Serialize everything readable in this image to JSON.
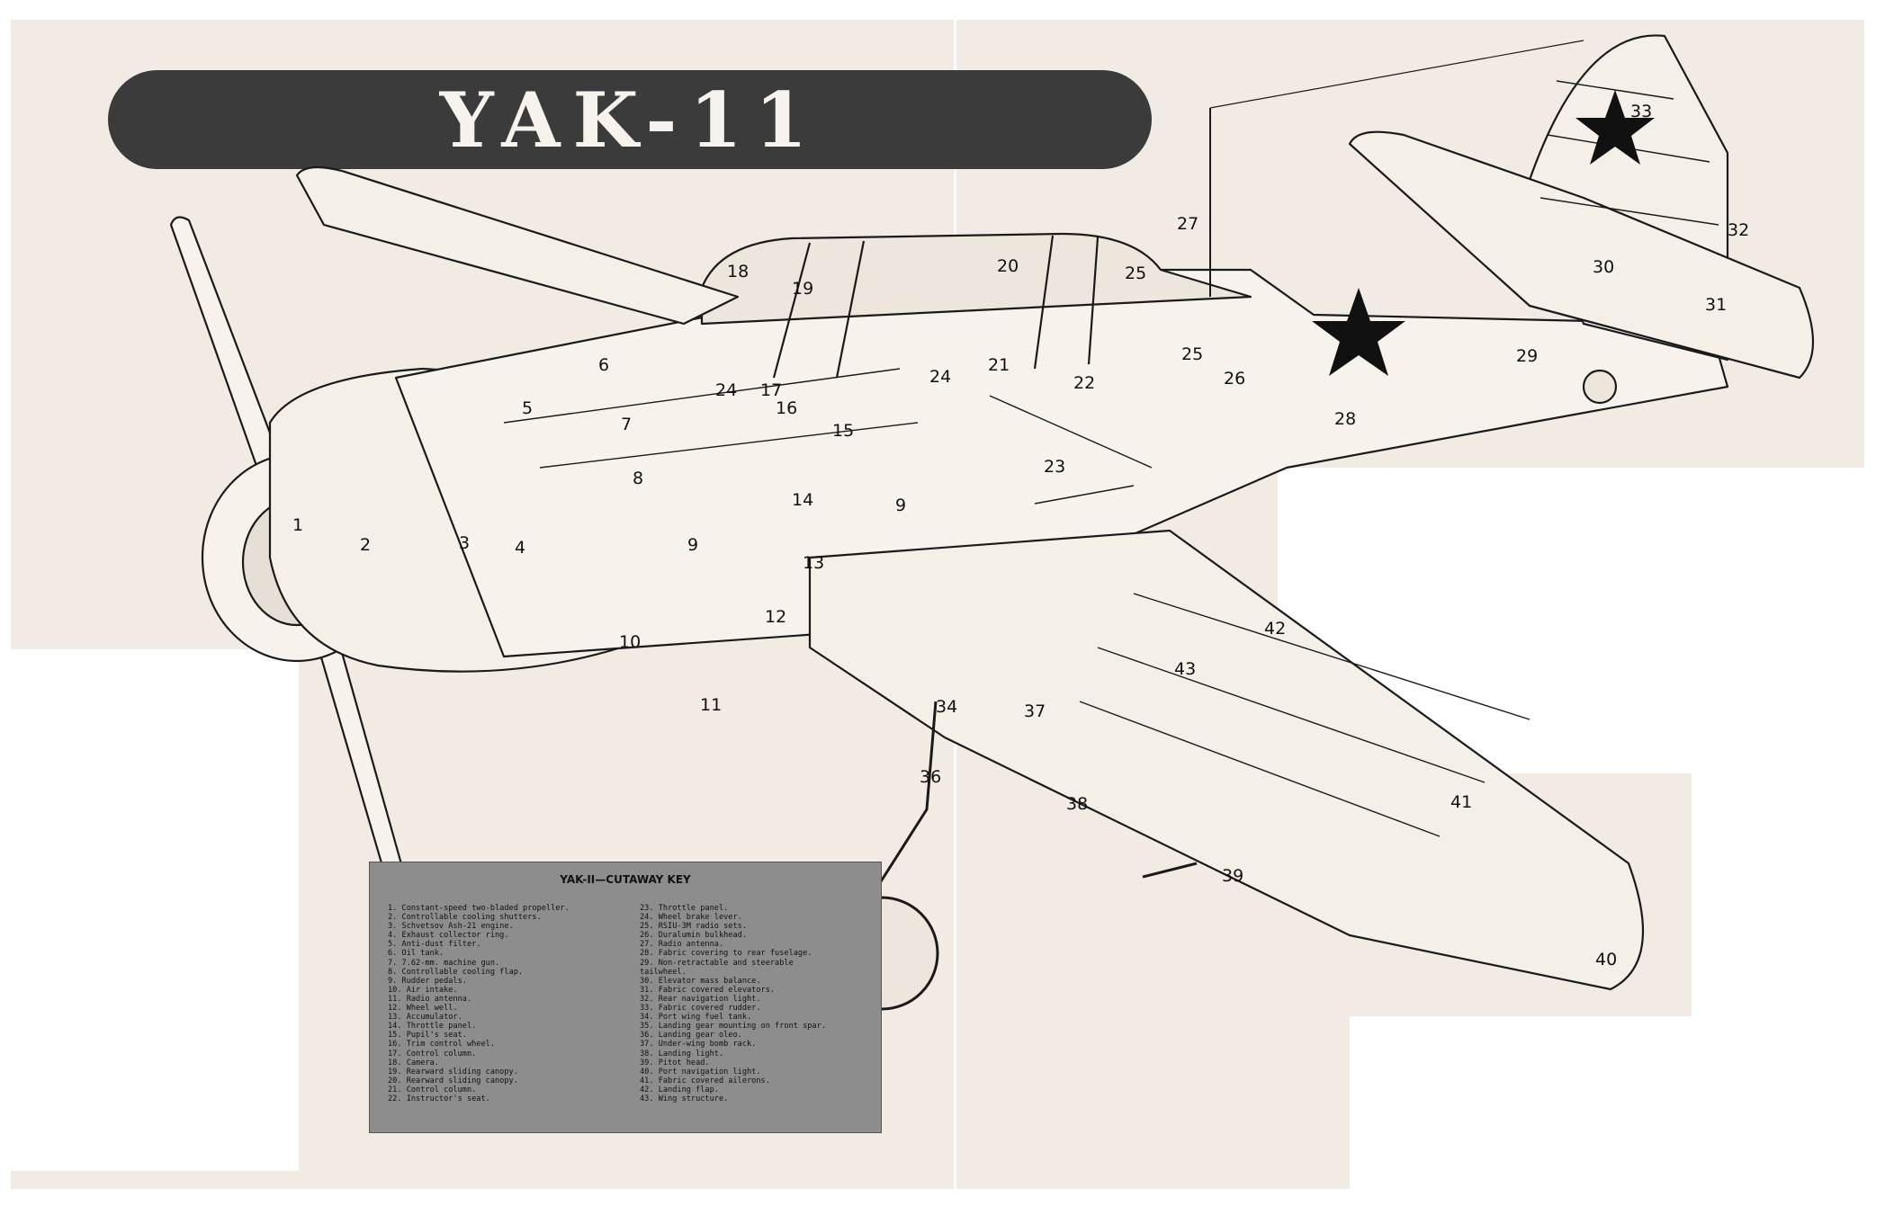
{
  "title": "YAK-11",
  "callouts": [
    "1",
    "2",
    "3",
    "4",
    "5",
    "6",
    "7",
    "8",
    "9",
    "9",
    "10",
    "11",
    "12",
    "13",
    "14",
    "15",
    "16",
    "17",
    "18",
    "19",
    "20",
    "21",
    "22",
    "23",
    "24",
    "24",
    "25",
    "25",
    "26",
    "27",
    "28",
    "29",
    "30",
    "31",
    "32",
    "33",
    "34",
    "36",
    "37",
    "38",
    "39",
    "40",
    "41",
    "42",
    "43"
  ],
  "key": {
    "title": "YAK-II—CUTAWAY KEY",
    "left_column": [
      "1. Constant-speed two-bladed propeller.",
      "2. Controllable cooling shutters.",
      "3. Schvetsov Ash-21 engine.",
      "4. Exhaust collector ring.",
      "5. Anti-dust filter.",
      "6. Oil tank.",
      "7. 7.62-mm. machine gun.",
      "8. Controllable cooling flap.",
      "9. Rudder pedals.",
      "10. Air intake.",
      "11. Radio antenna.",
      "12. Wheel well.",
      "13. Accumulator.",
      "14. Throttle panel.",
      "15. Pupil's seat.",
      "16. Trim control wheel.",
      "17. Control column.",
      "18. Camera.",
      "19. Rearward sliding canopy.",
      "20. Rearward sliding canopy.",
      "21. Control column.",
      "22. Instructor's seat."
    ],
    "right_column": [
      "23. Throttle panel.",
      "24. Wheel brake lever.",
      "25. RSIU-3M radio sets.",
      "26. Duralumin bulkhead.",
      "27. Radio antenna.",
      "28. Fabric covering to rear fuselage.",
      "29. Non-retractable and steerable",
      "    tailwheel.",
      "30. Elevator mass balance.",
      "31. Fabric covered elevators.",
      "32. Rear navigation light.",
      "33. Fabric covered rudder.",
      "34. Port wing fuel tank.",
      "35. Landing gear mounting on front spar.",
      "36. Landing gear oleo.",
      "37. Under-wing bomb rack.",
      "38. Landing light.",
      "39. Pitot head.",
      "40. Port navigation light.",
      "41. Fabric covered ailerons.",
      "42. Landing flap.",
      "43. Wing structure."
    ]
  }
}
